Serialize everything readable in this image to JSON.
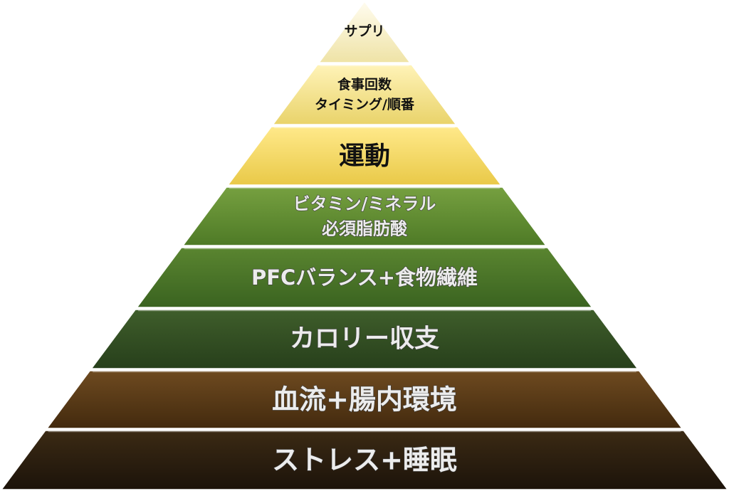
{
  "pyramid": {
    "tiers": [
      {
        "lines": [
          "サプリ"
        ],
        "colors": [
          "#fffcef",
          "#efe3a6"
        ],
        "text_style": "dark",
        "font_size": 19
      },
      {
        "lines": [
          "食事回数",
          "タイミング/順番"
        ],
        "colors": [
          "#fff3b8",
          "#e9d36a"
        ],
        "text_style": "dark",
        "font_size": 19
      },
      {
        "lines": [
          "運動"
        ],
        "colors": [
          "#ffe98a",
          "#e9c948"
        ],
        "text_style": "dark",
        "font_size": 36
      },
      {
        "lines": [
          "ビタミン/ミネラル",
          "必須脂肪酸"
        ],
        "colors": [
          "#76a040",
          "#4e7a26"
        ],
        "text_style": "light",
        "font_size": 24
      },
      {
        "lines": [
          "PFCバランス+食物繊維"
        ],
        "colors": [
          "#5a8530",
          "#3a6320"
        ],
        "text_style": "light",
        "font_size": 29
      },
      {
        "lines": [
          "カロリー収支"
        ],
        "colors": [
          "#3f5e2b",
          "#273f1b"
        ],
        "text_style": "light",
        "font_size": 35
      },
      {
        "lines": [
          "血流+腸内環境"
        ],
        "colors": [
          "#6e4a20",
          "#432a0e"
        ],
        "text_style": "light",
        "font_size": 38
      },
      {
        "lines": [
          "ストレス+睡眠"
        ],
        "colors": [
          "#3b2a14",
          "#1c130a"
        ],
        "text_style": "light",
        "font_size": 38
      }
    ]
  }
}
